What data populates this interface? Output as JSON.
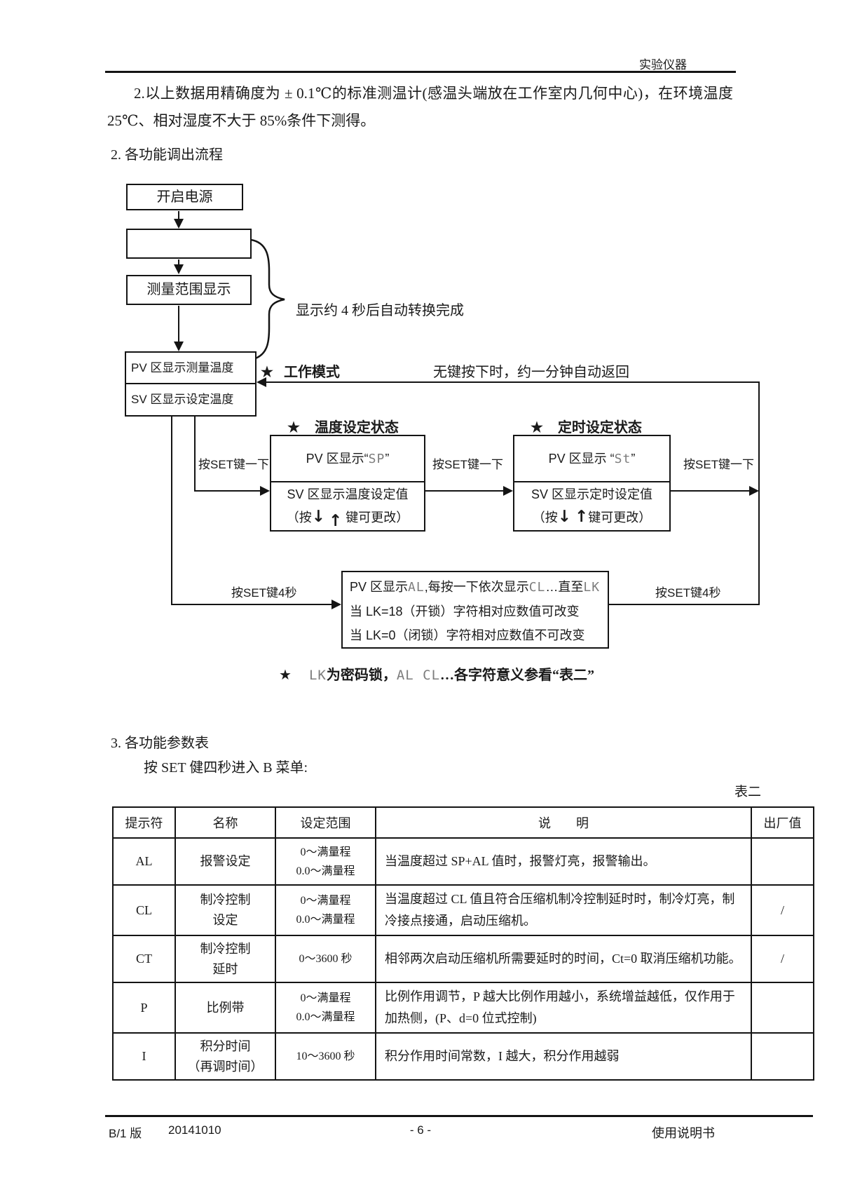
{
  "doc": {
    "header_right": "实验仪器",
    "intro": "2.以上数据用精确度为 ± 0.1℃的标准测温计(感温头端放在工作室内几何中心)，在环境温度25℃、相对湿度不大于 85%条件下测得。",
    "section2_title": "2. 各功能调出流程",
    "section3_title": "3. 各功能参数表",
    "section3_sub": "按 SET 健四秒进入 B 菜单:",
    "table_caption": "表二",
    "footer_version": "B/1 版",
    "footer_date": "20141010",
    "footer_page": "- 6 -",
    "footer_right": "使用说明书"
  },
  "flowchart": {
    "star": "★",
    "box_power": "开启电源",
    "box_range": "测量范围显示",
    "box_pv": "PV 区显示测量温度",
    "box_sv": "SV 区显示设定温度",
    "auto_note": "显示约 4 秒后自动转换完成",
    "work_mode": "工作模式",
    "no_key_note": "无键按下时，约一分钟自动返回",
    "press_set_once": "按SET键一下",
    "press_set_4s": "按SET键4秒",
    "temp_state": {
      "title": "温度设定状态",
      "pv_prefix": "PV 区显示“",
      "pv_seg": "SP",
      "pv_suffix": "”",
      "sv_line": "SV 区显示温度设定值"
    },
    "time_state": {
      "title": "定时设定状态",
      "pv_prefix": "PV 区显示 “",
      "pv_seg": "St",
      "pv_suffix": "”",
      "sv_line": "SV 区显示定时设定值"
    },
    "keys_hint": {
      "prefix": "（按",
      "down": "↓",
      "up": "↑",
      "suffix": "键可更改）"
    },
    "lk_box": {
      "l1_p1": "PV 区显示",
      "l1_seg1": "AL",
      "l1_p2": ",每按一下依次显示",
      "l1_seg2": "CL",
      "l1_p3": "…直至",
      "l1_seg3": "LK",
      "line2": "当 LK=18（开锁）字符相对应数值可改变",
      "line3": "当 LK=0（闭锁）字符相对应数值不可改变"
    },
    "note": {
      "seg_lk": "LK",
      "text1": "为密码锁，",
      "seg_alcl": "AL CL",
      "text2": "…各字符意义参看“表二”"
    }
  },
  "table": {
    "headers": [
      "提示符",
      "名称",
      "设定范围",
      "说　　明",
      "出厂值"
    ],
    "rows": [
      {
        "symbol": "AL",
        "name": "报警设定",
        "range": "0～满量程\n0.0～满量程",
        "desc": "当温度超过 SP+AL 值时，报警灯亮，报警输出。",
        "factory": ""
      },
      {
        "symbol": "CL",
        "name": "制冷控制\n设定",
        "range": "0～满量程\n0.0～满量程",
        "desc": "当温度超过 CL 值且符合压缩机制冷控制延时时，制冷灯亮，制冷接点接通，启动压缩机。",
        "factory": "/"
      },
      {
        "symbol": "CT",
        "name": "制冷控制\n延时",
        "range": "0～3600 秒",
        "desc": "相邻两次启动压缩机所需要延时的时间，Ct=0 取消压缩机功能。",
        "factory": "/"
      },
      {
        "symbol": "P",
        "name": "比例带",
        "range": "0～满量程\n0.0～满量程",
        "desc": "比例作用调节，P 越大比例作用越小，系统增益越低，仅作用于加热侧，(P、d=0 位式控制)",
        "factory": ""
      },
      {
        "symbol": "I",
        "name": "积分时间\n（再调时间）",
        "range": "10～3600 秒",
        "desc": "积分作用时间常数，I 越大，积分作用越弱",
        "factory": ""
      }
    ]
  }
}
